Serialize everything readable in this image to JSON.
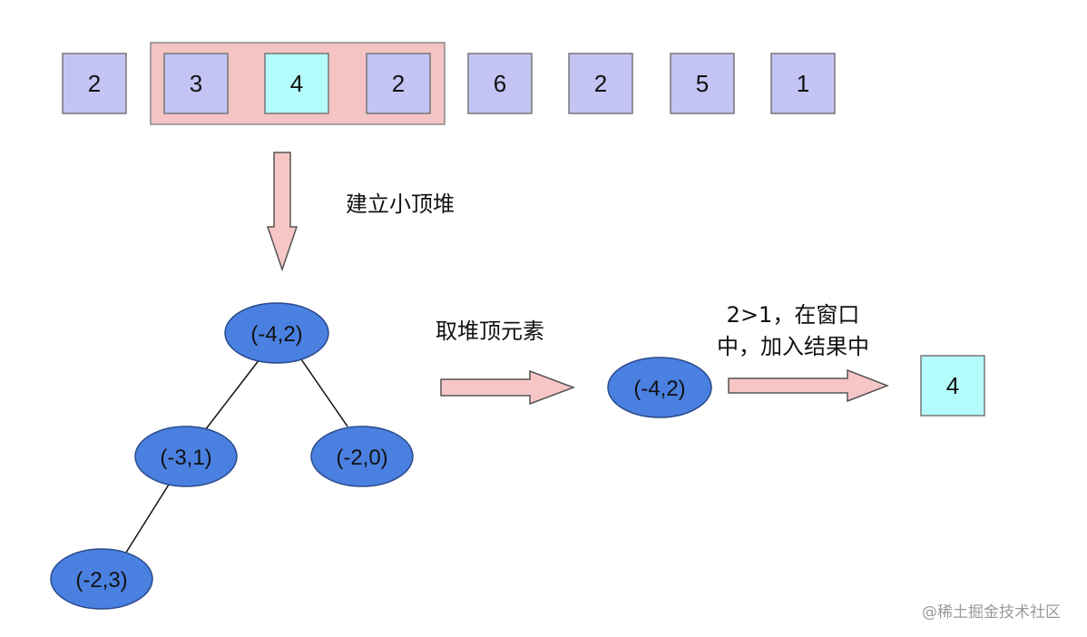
{
  "array": {
    "cells": [
      "2",
      "3",
      "4",
      "2",
      "6",
      "2",
      "5",
      "1"
    ],
    "highlight_index": 2,
    "window_range": [
      1,
      3
    ]
  },
  "labels": {
    "build_heap": "建立小顶堆",
    "pop_top": "取堆顶元素",
    "condition_line1": "2>1，在窗口",
    "condition_line2": "中，加入结果中"
  },
  "heap": {
    "root": "(-4,2)",
    "left": "(-3,1)",
    "right": "(-2,0)",
    "left_left": "(-2,3)"
  },
  "popped_node": "(-4,2)",
  "result_cell": "4",
  "watermark": "@稀土掘金技术社区",
  "colors": {
    "cell_fill": "#c4c4f4",
    "highlight_fill": "#b4fcfc",
    "window_fill": "#f4c4c4",
    "node_fill": "#4a80e0",
    "arrow_fill": "#f6c6c6"
  }
}
